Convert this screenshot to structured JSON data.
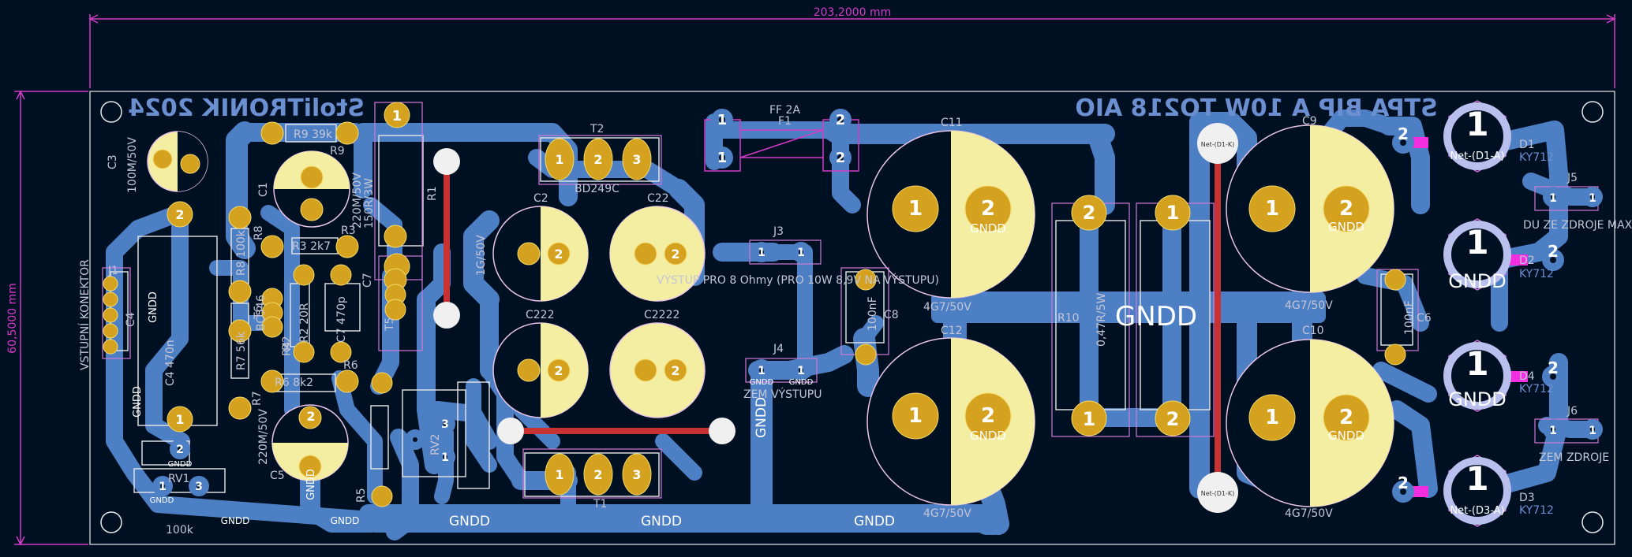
{
  "colors": {
    "background": "#001023",
    "copper": "#4d7fc4",
    "pad": "#d4a21f",
    "silk": "#e8e8e8",
    "courtyard": "#d07ad6",
    "dimension": "#d43cc8",
    "fab": "#f4eea2",
    "track_red": "#c83232",
    "magenta_track": "#f22ee0"
  },
  "dimensions": {
    "width": "203,2000 mm",
    "height": "60,5000 mm"
  },
  "titles": {
    "left_mirror": "StoliTRONIK 2024",
    "right_mirror": "STPA BIP A 10W TO218 AIO"
  },
  "net_labels": {
    "gnd": "GNDD",
    "d1": "Net-(D1-A)",
    "d3": "Net-(D3-A)",
    "d1k": "Net-(D1-K)"
  },
  "component_labels": [
    "C3",
    "100M/50V",
    "R9",
    "R9 39k",
    "C1",
    "220M/50V",
    "150R/3W",
    "R1",
    "R3",
    "R3 2k7",
    "R8",
    "R8 100k",
    "C7",
    "C7 470p",
    "R2",
    "R2 20R",
    "T6",
    "BC546",
    "R4",
    "R6",
    "R6 8k2",
    "R7",
    "R7 56k",
    "C4",
    "C4 470n",
    "J1",
    "VSTUPNÍ KONEKTOR",
    "RV1",
    "100k",
    "C5",
    "220M/50V",
    "R5",
    "RV2",
    "T5",
    "T2",
    "BD249C",
    "T1",
    "C2",
    "C22",
    "C222",
    "C2222",
    "1G/50V",
    "J3",
    "VÝSTUP PRO 8 Ohmy (PRO 10W 8,9V NA VÝSTUPU)",
    "J4",
    "ZEM VÝSTUPU",
    "FF 2A",
    "F1",
    "C8",
    "100nF",
    "C11",
    "C12",
    "4G7/50V",
    "R10",
    "0,47R/5W",
    "C9",
    "C10",
    "C6",
    "D1",
    "D2",
    "D3",
    "D4",
    "KY712",
    "J5",
    "J6",
    "ZEM ZDROJE",
    "DU ZE ZDROJE MAX. 27V"
  ]
}
